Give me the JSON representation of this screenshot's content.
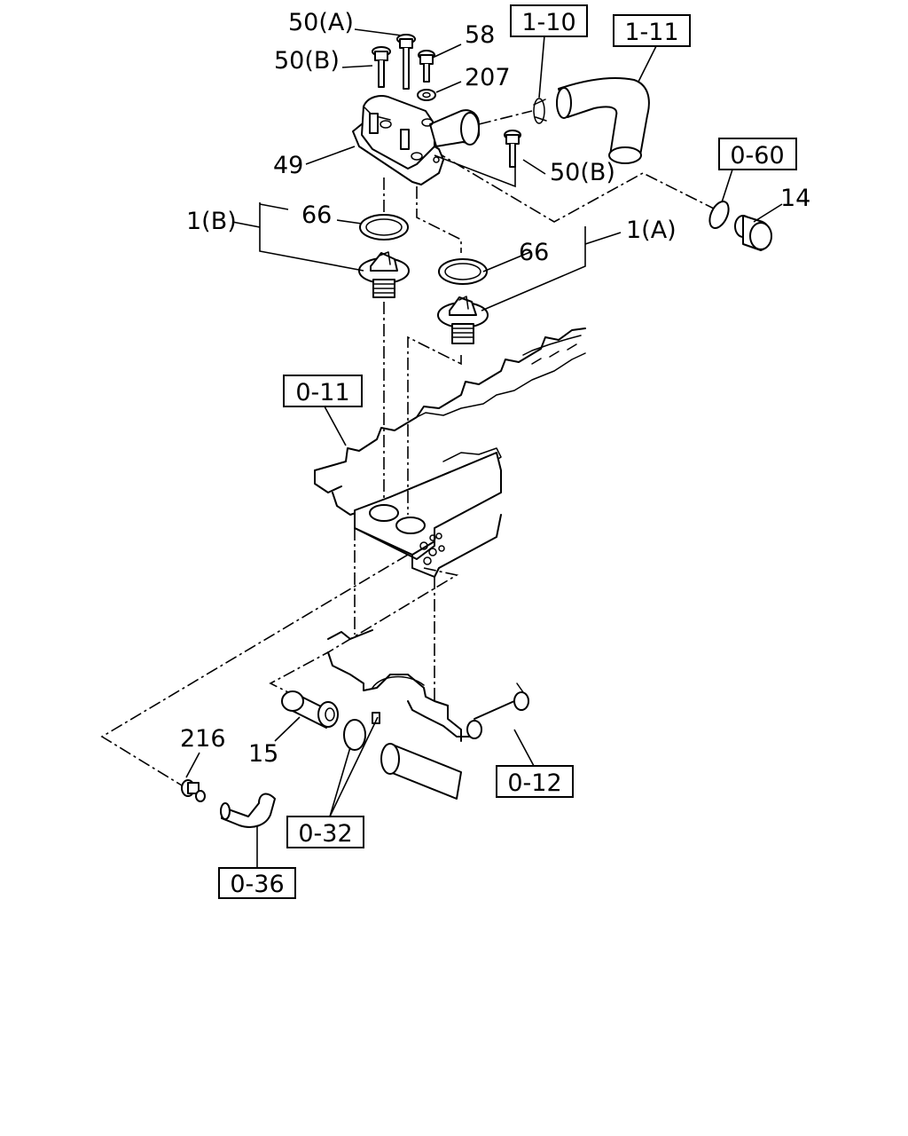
{
  "labels": {
    "p50a": "50(A)",
    "p50b_top": "50(B)",
    "p58": "58",
    "p207": "207",
    "p49": "49",
    "p50b_right": "50(B)",
    "p1b": "1(B)",
    "p66_left": "66",
    "p66_right": "66",
    "p1a": "1(A)",
    "p14": "14",
    "p216": "216",
    "p15": "15"
  },
  "references": {
    "r1_10": "1-10",
    "r1_11": "1-11",
    "r0_60": "0-60",
    "r0_11": "0-11",
    "r0_12": "0-12",
    "r0_32": "0-32",
    "r0_36": "0-36"
  }
}
